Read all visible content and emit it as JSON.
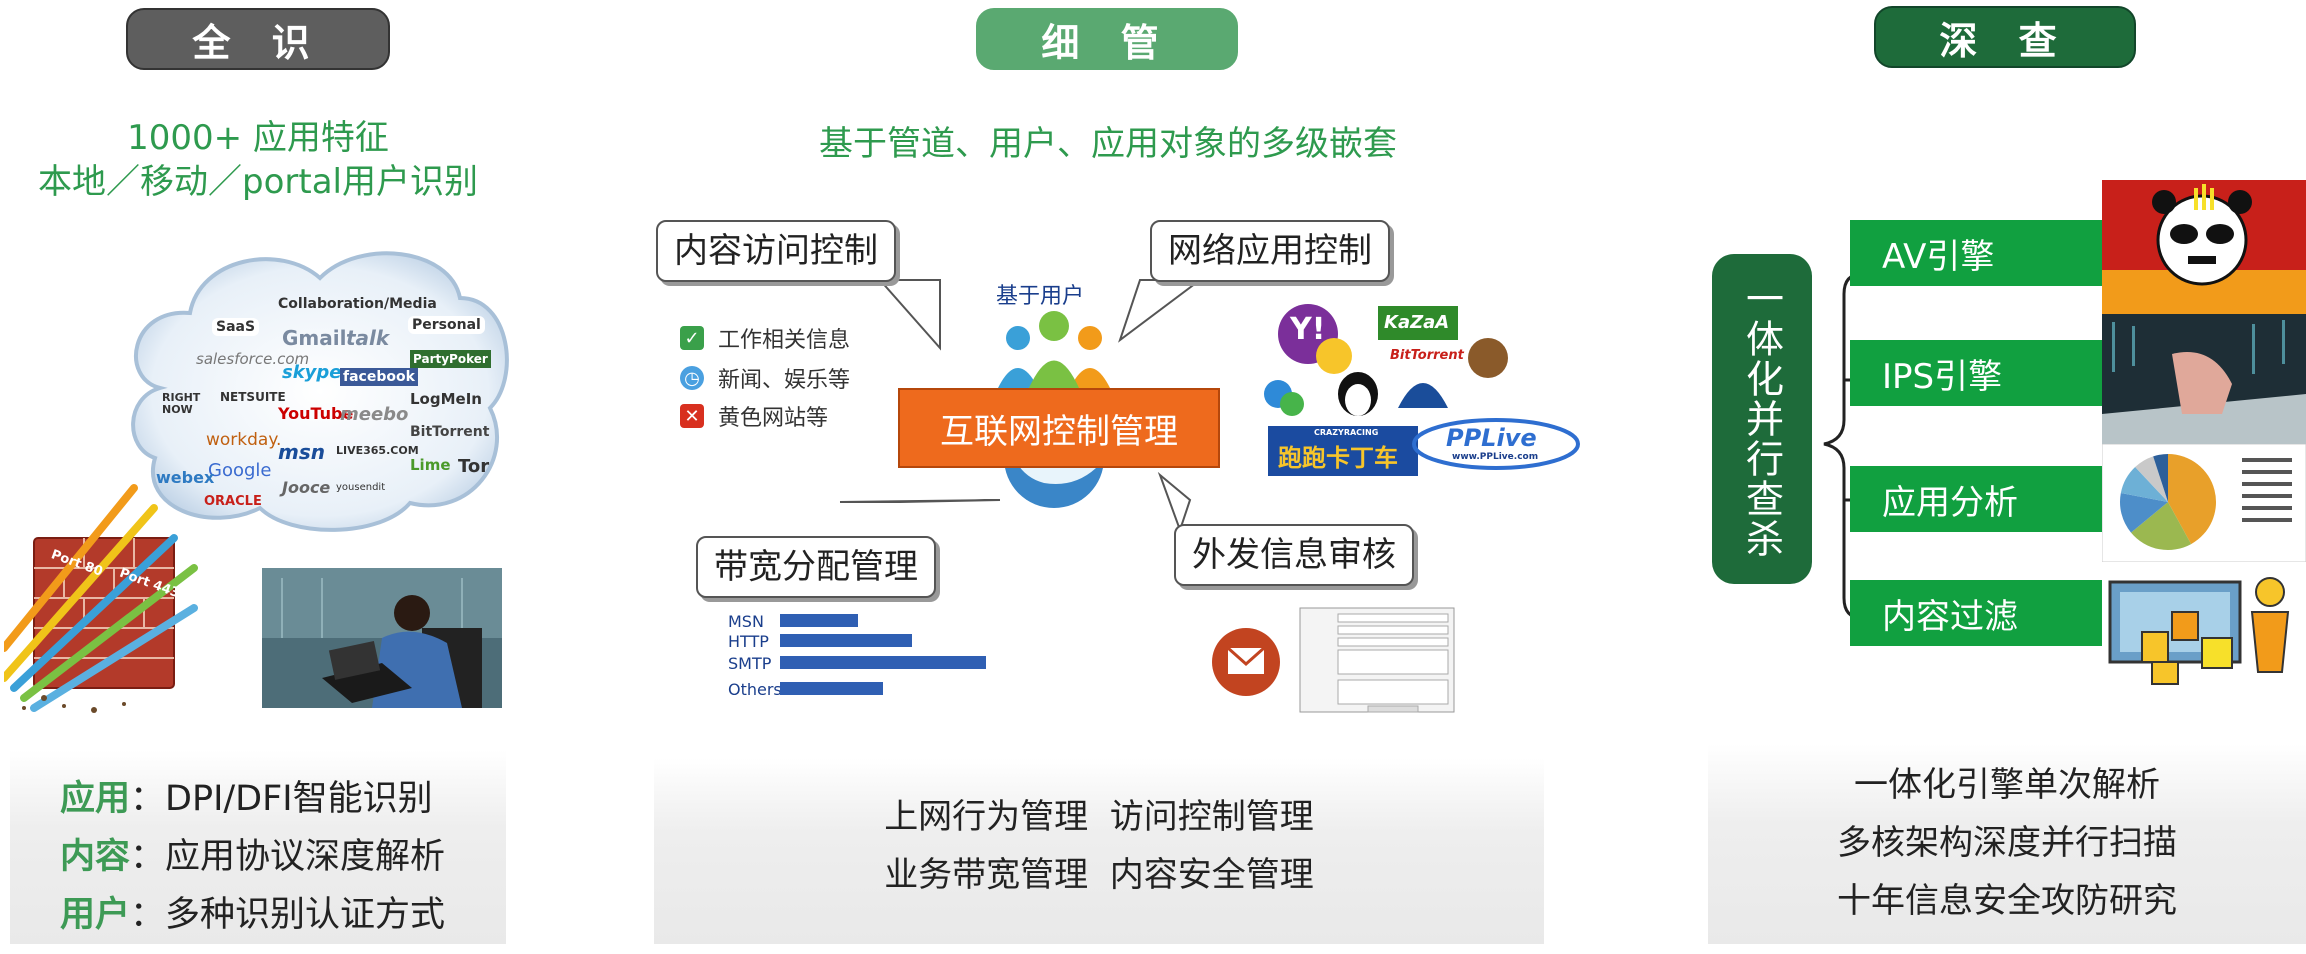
{
  "columns": {
    "left": {
      "title": "全 识",
      "subtitle_lines": [
        "1000+ 应用特征",
        "本地／移动／portal用户识别"
      ],
      "cloud": {
        "groups": [
          "SaaS",
          "Collaboration/Media",
          "Personal"
        ],
        "logos": [
          "salesforce.com",
          "NETSUITE",
          "RIGHT NOW",
          "workday.",
          "Google",
          "webex",
          "ORACLE",
          "Gmail",
          "talk",
          "skype",
          "facebook",
          "YouTube",
          "meebo",
          "msn",
          "LIVE365.COM",
          "Jooce",
          "yousendit",
          "PartyPoker",
          "LogMeIn",
          "BitTorrent",
          "Lime",
          "Tor"
        ]
      },
      "firewall_labels": [
        "Port 80",
        "Port 443"
      ],
      "panel_rows": [
        {
          "label": "应用",
          "text": "：DPI/DFI智能识别"
        },
        {
          "label": "内容",
          "text": "：应用协议深度解析"
        },
        {
          "label": "用户",
          "text": "：多种识别认证方式"
        }
      ]
    },
    "middle": {
      "title": "细 管",
      "subtitle": "基于管道、用户、应用对象的多级嵌套",
      "callouts": {
        "content_access": "内容访问控制",
        "network_app": "网络应用控制",
        "bandwidth": "带宽分配管理",
        "outbound_audit": "外发信息审核"
      },
      "center_label": "互联网控制管理",
      "user_label": "基于用户",
      "access_list": [
        {
          "icon": "check",
          "text": "工作相关信息"
        },
        {
          "icon": "clock",
          "text": "新闻、娱乐等"
        },
        {
          "icon": "cross",
          "text": "黄色网站等"
        }
      ],
      "bandwidth_bars": [
        {
          "label": "MSN",
          "value": 0.38
        },
        {
          "label": "HTTP",
          "value": 0.64
        },
        {
          "label": "SMTP",
          "value": 1.0
        },
        {
          "label": "Others",
          "value": 0.5
        }
      ],
      "app_logos": [
        "Y!",
        "KaZaA",
        "BitTorrent",
        "跑跑卡丁车",
        "CRAZYRACING",
        "PPLive",
        "www.PPLive.com"
      ],
      "panel_lines": [
        "上网行为管理  访问控制管理",
        "业务带宽管理  内容安全管理"
      ]
    },
    "right": {
      "title": "深 查",
      "vertical_label": "一体化并行查杀",
      "engines": [
        "AV引擎",
        "IPS引擎",
        "应用分析",
        "内容过滤"
      ],
      "pie_values": [
        0.42,
        0.22,
        0.14,
        0.1,
        0.07,
        0.05
      ],
      "pie_colors": [
        "#e8a02a",
        "#9bb850",
        "#4d8ec9",
        "#6db0d6",
        "#c9c9c9",
        "#2c5f9a"
      ],
      "panel_lines": [
        "一体化引擎单次解析",
        "多核架构深度并行扫描",
        "十年信息安全攻防研究"
      ]
    }
  },
  "colors": {
    "accent_green": "#11a040",
    "subtitle_green": "#2e9a4e",
    "highlight_green": "#3d9a55",
    "orange": "#ee6a1d",
    "bar_blue": "#2f5fb3"
  }
}
